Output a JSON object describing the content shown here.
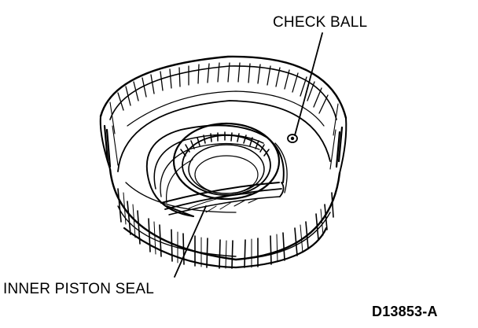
{
  "labels": {
    "check_ball": "CHECK BALL",
    "inner_piston_seal": "INNER PISTON SEAL",
    "figure_id": "D13853-A"
  },
  "colors": {
    "ink": "#000000",
    "paper": "#ffffff"
  }
}
